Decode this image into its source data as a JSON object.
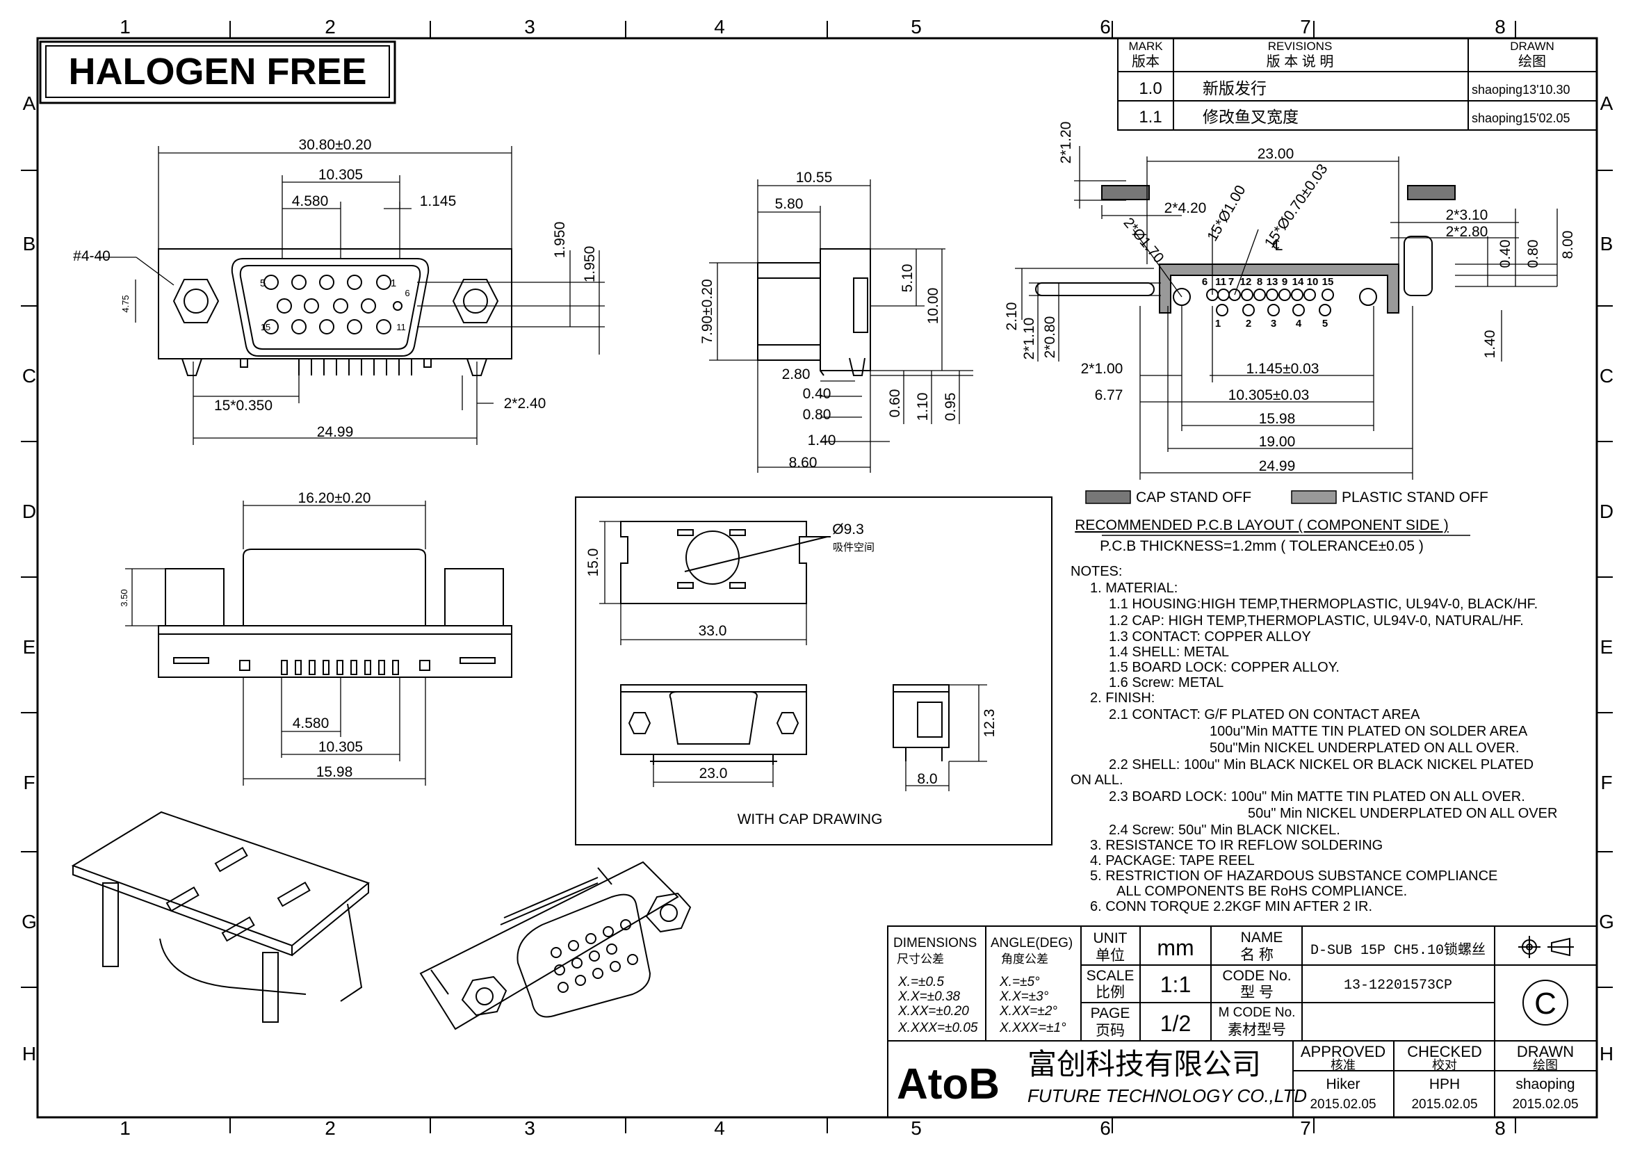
{
  "header": {
    "halogen_free": "HALOGEN FREE",
    "grid_columns": [
      "1",
      "2",
      "3",
      "4",
      "5",
      "6",
      "7",
      "8"
    ],
    "grid_rows": [
      "A",
      "B",
      "C",
      "D",
      "E",
      "F",
      "G",
      "H"
    ]
  },
  "revisions": {
    "col_mark_en": "MARK",
    "col_mark_cn": "版本",
    "col_rev_en": "REVISIONS",
    "col_rev_cn": "版 本 说 明",
    "col_drawn_en": "DRAWN",
    "col_drawn_cn": "绘图",
    "rows": [
      {
        "mark": "1.0",
        "desc": "新版发行",
        "drawn": "shaoping13'10.30"
      },
      {
        "mark": "1.1",
        "desc": "修改鱼叉宽度",
        "drawn": "shaoping15'02.05"
      }
    ]
  },
  "front_view": {
    "d_overall": "30.80±0.20",
    "d_10305": "10.305",
    "d_4580": "4.580",
    "d_1145": "1.145",
    "d_screw": "#4-40",
    "d_475": "4.75",
    "d_1950a": "1.950",
    "d_1950b": "1.950",
    "d_pitch": "15*0.350",
    "d_240": "2*2.40",
    "d_2499": "24.99",
    "pin_5": "5",
    "pin_1": "1",
    "pin_6": "6",
    "pin_15": "15",
    "pin_11": "11"
  },
  "side_view": {
    "d_1055": "10.55",
    "d_580": "5.80",
    "d_790": "7.90±0.20",
    "d_510": "5.10",
    "d_1000": "10.00",
    "d_280": "2.80",
    "d_040": "0.40",
    "d_080": "0.80",
    "d_140": "1.40",
    "d_860": "8.60",
    "d_060": "0.60",
    "d_110": "1.10",
    "d_095": "0.95"
  },
  "pcb_layout": {
    "d_2300": "23.00",
    "d_2x120": "2*1.20",
    "d_2x420": "2*4.20",
    "d_15x100": "15*Ø1.00",
    "d_15x070": "15*Ø0.70±0.03",
    "d_2x170": "2*Ø1.70",
    "d_2x310": "2*3.10",
    "d_2x280": "2*2.80",
    "d_040": "0.40",
    "d_080": "0.80",
    "d_800": "8.00",
    "d_210": "2.10",
    "d_2x110": "2*1.10",
    "d_2x080": "2*0.80",
    "d_140": "1.40",
    "d_2x100": "2*1.00",
    "d_1145": "1.145±0.03",
    "d_677": "6.77",
    "d_10305": "10.305±0.03",
    "d_1598": "15.98",
    "d_1900": "19.00",
    "d_2499": "24.99",
    "centerline": "℄",
    "top_pins": [
      "6",
      "11",
      "7",
      "12",
      "8",
      "13",
      "9",
      "14",
      "10",
      "15"
    ],
    "bottom_pins": [
      "1",
      "2",
      "3",
      "4",
      "5"
    ],
    "legend_cap": "CAP STAND OFF",
    "legend_plastic": "PLASTIC STAND OFF",
    "title": "RECOMMENDED P.C.B LAYOUT ( COMPONENT SIDE )",
    "thickness": "P.C.B THICKNESS=1.2mm ( TOLERANCE±0.05 )"
  },
  "bottom_view": {
    "d_1620": "16.20±0.20",
    "d_350": "3.50",
    "d_4580": "4.580",
    "d_10305": "10.305",
    "d_1598": "15.98"
  },
  "cap_drawing": {
    "d_150": "15.0",
    "d_330": "33.0",
    "d_93": "Ø9.3",
    "suction": "吸件空间",
    "d_230": "23.0",
    "d_123": "12.3",
    "d_80": "8.0",
    "caption": "WITH CAP DRAWING"
  },
  "notes": [
    "NOTES:",
    "1. MATERIAL:",
    "1.1 HOUSING:HIGH TEMP,THERMOPLASTIC, UL94V-0, BLACK/HF.",
    "1.2 CAP: HIGH TEMP,THERMOPLASTIC, UL94V-0, NATURAL/HF.",
    "1.3 CONTACT: COPPER ALLOY",
    "1.4 SHELL: METAL",
    "1.5 BOARD LOCK: COPPER ALLOY.",
    "1.6 Screw: METAL",
    "2. FINISH:",
    "2.1 CONTACT: G/F PLATED ON CONTACT AREA",
    "100u\"Min MATTE TIN PLATED ON SOLDER AREA",
    "50u\"Min NICKEL UNDERPLATED ON ALL OVER.",
    "2.2 SHELL: 100u\" Min BLACK NICKEL OR BLACK NICKEL  PLATED",
    "ON ALL.",
    "2.3 BOARD LOCK: 100u\" Min MATTE TIN PLATED ON ALL OVER.",
    "50u\" Min NICKEL UNDERPLATED ON ALL OVER",
    "2.4 Screw: 50u\" Min BLACK NICKEL.",
    "3. RESISTANCE TO IR REFLOW SOLDERING",
    "4. PACKAGE: TAPE REEL",
    "5. RESTRICTION OF HAZARDOUS SUBSTANCE COMPLIANCE",
    "ALL COMPONENTS BE RoHS COMPLIANCE.",
    "6. CONN TORQUE 2.2KGF MIN AFTER 2 IR."
  ],
  "title_block": {
    "dims_en": "DIMENSIONS",
    "dims_cn": "尺寸公差",
    "angle_en": "ANGLE(DEG)",
    "angle_cn": "角度公差",
    "tol_x": "X.=±0.5",
    "tol_xx": "X.X=±0.38",
    "tol_xxx": "X.XX=±0.20",
    "tol_xxxx": "X.XXX=±0.05",
    "ang_x": "X.=±5°",
    "ang_xx": "X.X=±3°",
    "ang_xxx": "X.XX=±2°",
    "ang_xxxx": "X.XXX=±1°",
    "unit_en": "UNIT",
    "unit_cn": "单位",
    "unit_val": "mm",
    "name_en": "NAME",
    "name_cn": "名 称",
    "name_val": "D-SUB 15P CH5.10锁螺丝",
    "scale_en": "SCALE",
    "scale_cn": "比例",
    "scale_val": "1:1",
    "code_en": "CODE No.",
    "code_cn": "型 号",
    "code_val": "13-12201573CP",
    "page_en": "PAGE",
    "page_cn": "页码",
    "page_val": "1/2",
    "mcode_en": "M CODE No.",
    "mcode_cn": "素材型号",
    "mcode_val": "",
    "logo": "AtoB",
    "company_cn": "富创科技有限公司",
    "company_en": "FUTURE TECHNOLOGY CO.,LTD",
    "approved_en": "APPROVED",
    "approved_cn": "核准",
    "checked_en": "CHECKED",
    "checked_cn": "校对",
    "drawn_en": "DRAWN",
    "drawn_cn": "绘图",
    "approved_name": "Hiker",
    "approved_date": "2015.02.05",
    "checked_name": "HPH",
    "checked_date": "2015.02.05",
    "drawn_name": "shaoping",
    "drawn_date": "2015.02.05",
    "copyright": "C"
  }
}
